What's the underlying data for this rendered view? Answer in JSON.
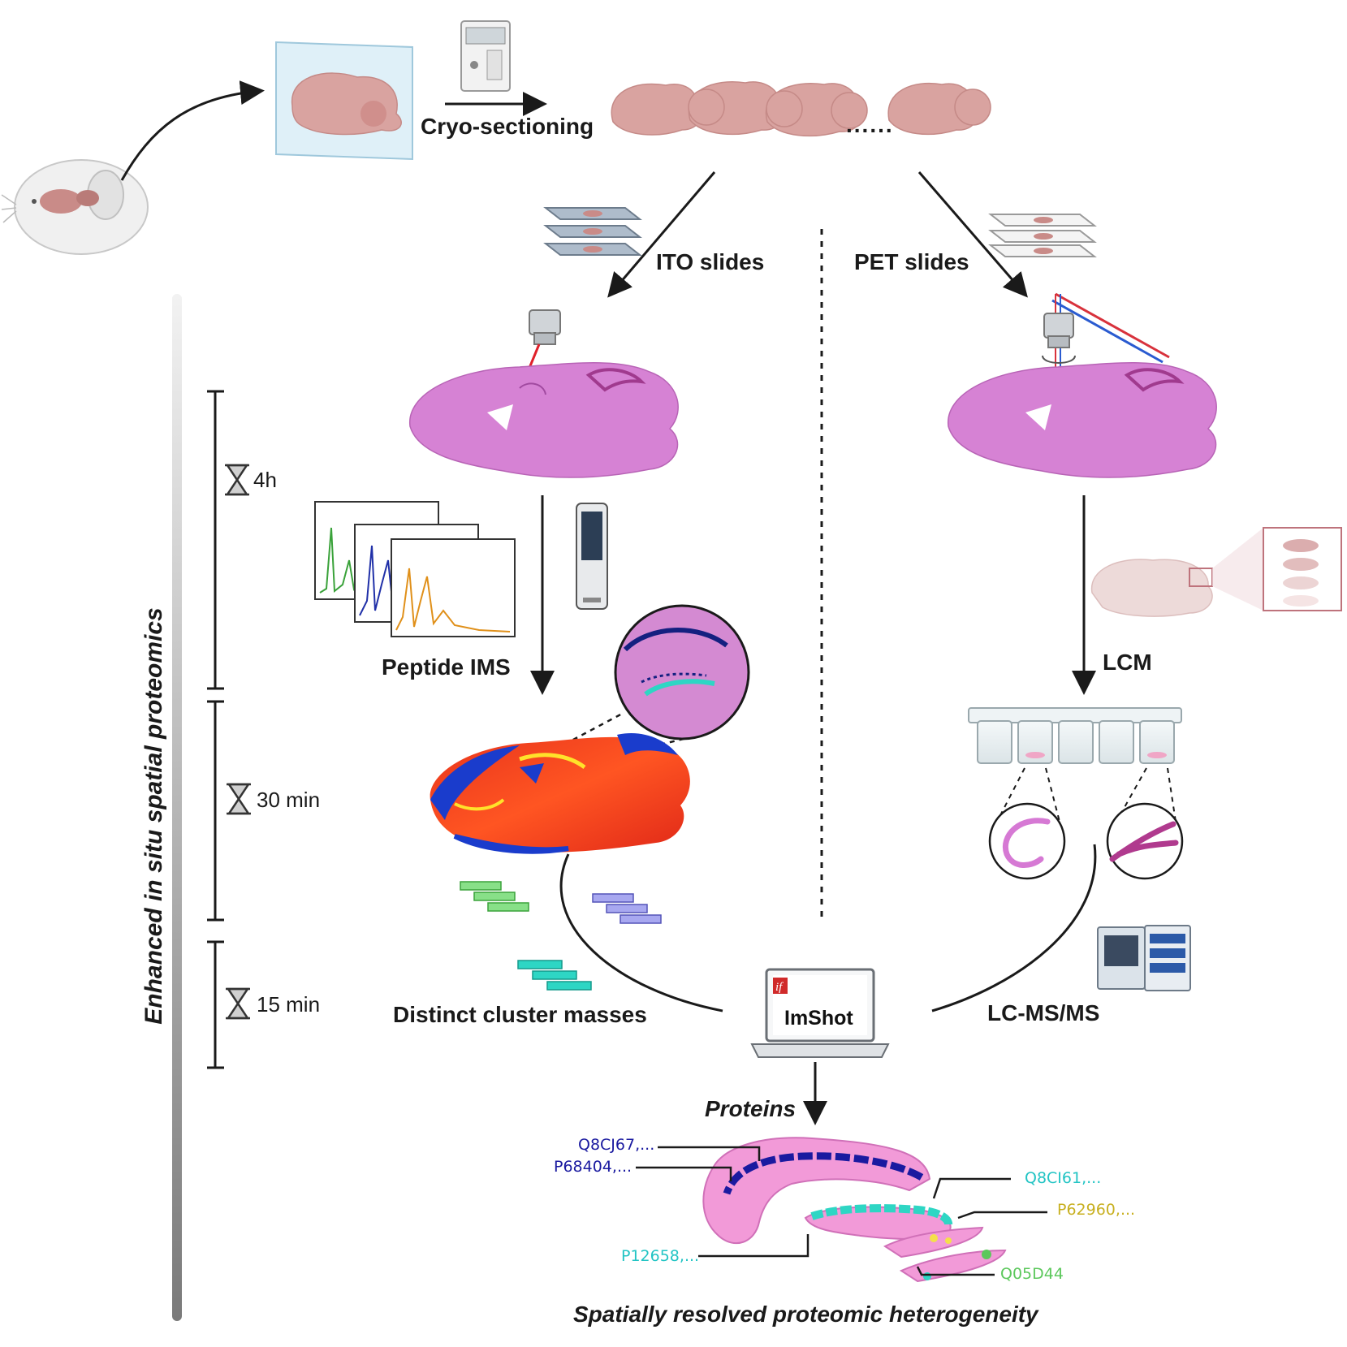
{
  "labels": {
    "cryo": "Cryo-sectioning",
    "ellipsis": "......",
    "ito": "ITO slides",
    "pet": "PET slides",
    "peptide_ims": "Peptide IMS",
    "lcm": "LCM",
    "distinct": "Distinct cluster masses",
    "lcmsms": "LC-MS/MS",
    "proteins": "Proteins",
    "imshot": "ImShot",
    "bottom_title": "Spatially resolved proteomic heterogeneity",
    "vertical_axis": "Enhanced in situ spatial proteomics"
  },
  "timeline": [
    {
      "label": "4h"
    },
    {
      "label": "30 min"
    },
    {
      "label": "15 min"
    }
  ],
  "accessions": [
    {
      "text": "Q8CJ67,...",
      "color": "#1a1aa0"
    },
    {
      "text": "P68404,...",
      "color": "#1a1aa0"
    },
    {
      "text": "Q8CI61,...",
      "color": "#22c4c4"
    },
    {
      "text": "P62960,...",
      "color": "#c8b020"
    },
    {
      "text": "P12658,...",
      "color": "#22c4c4"
    },
    {
      "text": "Q05D44",
      "color": "#5cc85c"
    }
  ],
  "colors": {
    "tissue_stain": "#d682d4",
    "brain_pink": "#d9a3a0",
    "ims_red": "#e8341c",
    "ims_blue": "#1a3ccc",
    "cluster_green": "#88e088",
    "cluster_purple": "#a8a8f0",
    "cluster_teal": "#2ed6c4"
  }
}
